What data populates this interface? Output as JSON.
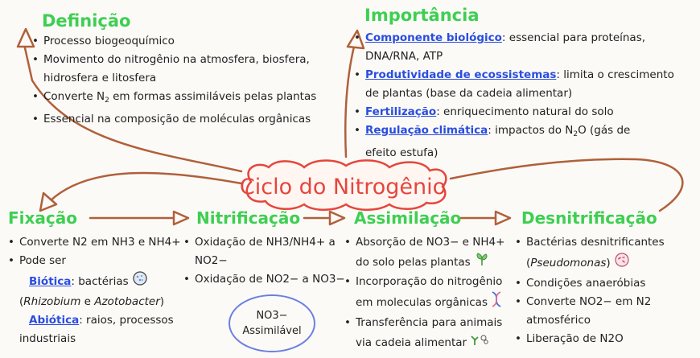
{
  "center": {
    "title": "Ciclo do Nitrogênio"
  },
  "definicao": {
    "title": "Definição",
    "items": [
      "Processo biogeoquímico",
      "Movimento do nitrogênio na atmosfera, biosfera,",
      "hidrosfera e litosfera",
      "Converte N",
      "2",
      " em formas assimiláveis pelas plantas",
      "Essencial na composição de moléculas orgânicas"
    ]
  },
  "importancia": {
    "title": "Importância",
    "componente_term": "Componente biológico",
    "componente_text": ": essencial para proteínas,",
    "componente_cont": "DNA/RNA, ATP",
    "produtividade_term": "Produtividade de ecossistemas",
    "produtividade_text": ": limita o crescimento",
    "produtividade_cont": "de plantas (base da cadeia alimentar)",
    "fertilizacao_term": "Fertilização",
    "fertilizacao_text": ": enriquecimento natural do solo",
    "regulacao_term": "Regulação climática",
    "regulacao_text": ": impactos do N",
    "regulacao_sub": "2",
    "regulacao_text2": "O (gás de",
    "regulacao_cont": "efeito estufa)"
  },
  "fixacao": {
    "title": "Fixação",
    "item1": "Converte N2 em NH3 e NH4+",
    "item2": "Pode ser",
    "biotica_term": "Biótica",
    "biotica_text": ": bactérias",
    "paren_open": "(",
    "rhizobium": "Rhizobium",
    "e": " e ",
    "azotobacter": "Azotobacter",
    "paren_close": ")",
    "abiotica_term": "Abiótica",
    "abiotica_text": ": raios, processos",
    "abiotica_cont": "industriais"
  },
  "nitrificacao": {
    "title": "Nitrificação",
    "item1": "Oxidação de NH3/NH4+ a",
    "item1_cont": "NO2−",
    "item2": "Oxidação de NO2− a NO3−"
  },
  "oval": {
    "line1": "NO3−",
    "line2": "Assimilável"
  },
  "assimilacao": {
    "title": "Assimilação",
    "item1": "Absorção de  NO3− e NH4+",
    "item1_cont": "do solo pelas plantas",
    "item2": "Incorporação do nitrogênio",
    "item2_cont": "em moleculas orgânicas",
    "item3": "Transferência para animais",
    "item3_cont": "via cadeia alimentar"
  },
  "desnitrificacao": {
    "title": "Desnitrificação",
    "item1": "Bactérias desnitrificantes",
    "item1_cont_open": "(",
    "pseudomonas": "Pseudomonas",
    "item1_cont_close": ")",
    "item2": "Condições anaeróbias",
    "item3": "Converte NO2− em N2",
    "item3_cont": "atmosférico",
    "item4": "Liberação de N2O"
  },
  "colors": {
    "title_green": "#3ecf52",
    "arrow_brown": "#b0603a",
    "center_red": "#e5463c",
    "term_blue": "#2a4de0",
    "oval_blue": "#6b7fe3"
  },
  "icons": [
    "cell-icon",
    "plant-icon",
    "dna-icon",
    "food-chain-icon",
    "bacteria-icon"
  ]
}
